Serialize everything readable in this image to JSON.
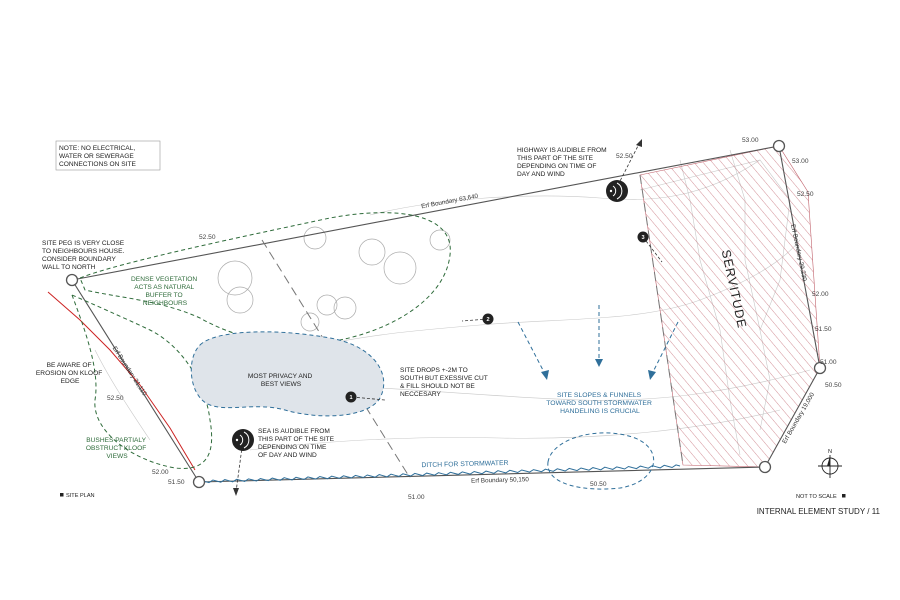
{
  "note": {
    "lines": [
      "NOTE: NO ELECTRICAL,",
      "WATER OR SEWERAGE",
      "CONNECTIONS ON SITE"
    ]
  },
  "annotations": {
    "highway": [
      "HIGHWAY IS AUDIBLE FROM",
      "THIS PART OF THE SITE",
      "DEPENDING ON TIME OF",
      "DAY AND WIND"
    ],
    "site_peg": [
      "SITE PEG IS VERY CLOSE",
      "TO NEIGHBOURS HOUSE.",
      "CONSIDER BOUNDARY",
      "WALL TO NORTH"
    ],
    "vegetation": [
      "DENSE VEGETATION",
      "ACTS AS NATURAL",
      "BUFFER TO",
      "NEIGHBOURS"
    ],
    "privacy": [
      "MOST PRIVACY AND",
      "BEST VIEWS"
    ],
    "site_drops": [
      "SITE DROPS +-2M TO",
      "SOUTH BUT EXESSIVE CUT",
      "& FILL SHOULD NOT BE",
      "NECCESARY"
    ],
    "erosion": [
      "BE AWARE OF",
      "EROSION ON KLOOF",
      "EDGE"
    ],
    "sea": [
      "SEA IS AUDIBLE FROM",
      "THIS PART OF THE SITE",
      "DEPENDING ON TIME",
      "OF DAY AND WIND"
    ],
    "bushes": [
      "BUSHES PARTIALY",
      "OBSTRUCT KLOOF",
      "VIEWS"
    ],
    "slopes": [
      "SITE SLOPES & FUNNELS",
      "TOWARD SOUTH STORMWATER",
      "HANDELING IS CRUCIAL"
    ],
    "ditch": "DITCH FOR STORMWATER",
    "servitude": "SERVITUDE"
  },
  "boundaries": {
    "north": "Erf Boundary 63,640",
    "east": "Erf Boundary 29,230",
    "south": "Erf Boundary 50,150",
    "west": "Erf Boundary 21,110",
    "southeast": "Erf Boundary 19,000"
  },
  "levels": {
    "l_5300_top": "53.00",
    "l_5300_right": "53.00",
    "l_5250_top": "52.50",
    "l_5250_right": "52.50",
    "l_5250_nw": "52.50",
    "l_5250_w": "52.50",
    "l_5200_right": "52.00",
    "l_5200_sw": "52.00",
    "l_5150_right": "51.50",
    "l_5150_sw": "51.50",
    "l_5100_right": "51.00",
    "l_5100_bottom": "51.00",
    "l_5050_right": "50.50",
    "l_5050_bottom": "50.50"
  },
  "markers": {
    "m1": "1",
    "m2": "2",
    "m3": "3"
  },
  "footer": {
    "site_plan": "SITE PLAN",
    "not_to_scale": "NOT TO SCALE",
    "title": "INTERNAL ELEMENT STUDY / 11",
    "north": "N"
  },
  "colors": {
    "boundary": "#555555",
    "vegetation": "#2e6b3a",
    "stormwater": "#2f6f9a",
    "servitude_hatch": "#c0616b",
    "kloof_edge": "#cc2222",
    "privacy_fill": "#dfe4ea"
  }
}
